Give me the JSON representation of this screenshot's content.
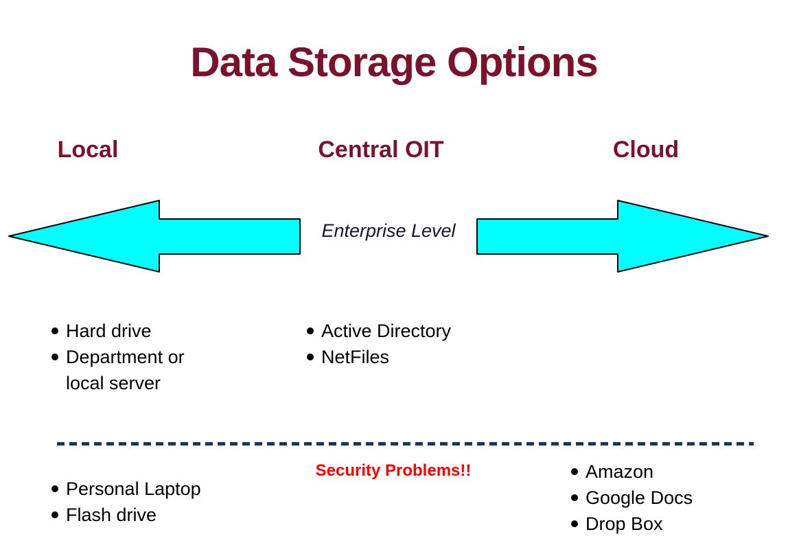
{
  "title": {
    "text": "Data Storage Options",
    "color": "#7A122B"
  },
  "headers": {
    "local": "Local",
    "central": "Central OIT",
    "cloud": "Cloud"
  },
  "arrows": {
    "label": "Enterprise Level",
    "fill": "#00FFFF",
    "stroke": "#000000",
    "left_direction": "left",
    "right_direction": "right"
  },
  "upper_lists": {
    "local": {
      "items": [
        {
          "text": "Hard drive"
        },
        {
          "text": "Department or",
          "continuation": "local server"
        }
      ]
    },
    "central": {
      "items": [
        {
          "text": "Active Directory"
        },
        {
          "text": "NetFiles"
        }
      ]
    }
  },
  "divider": {
    "color": "#17375E",
    "style": "dashed"
  },
  "warning": {
    "text": "Security Problems!!",
    "color": "#FF0000"
  },
  "lower_lists": {
    "local": {
      "items": [
        {
          "text": "Personal Laptop"
        },
        {
          "text": "Flash drive"
        }
      ]
    },
    "cloud": {
      "items": [
        {
          "text": "Amazon"
        },
        {
          "text": "Google Docs"
        },
        {
          "text": "Drop Box"
        }
      ]
    }
  }
}
